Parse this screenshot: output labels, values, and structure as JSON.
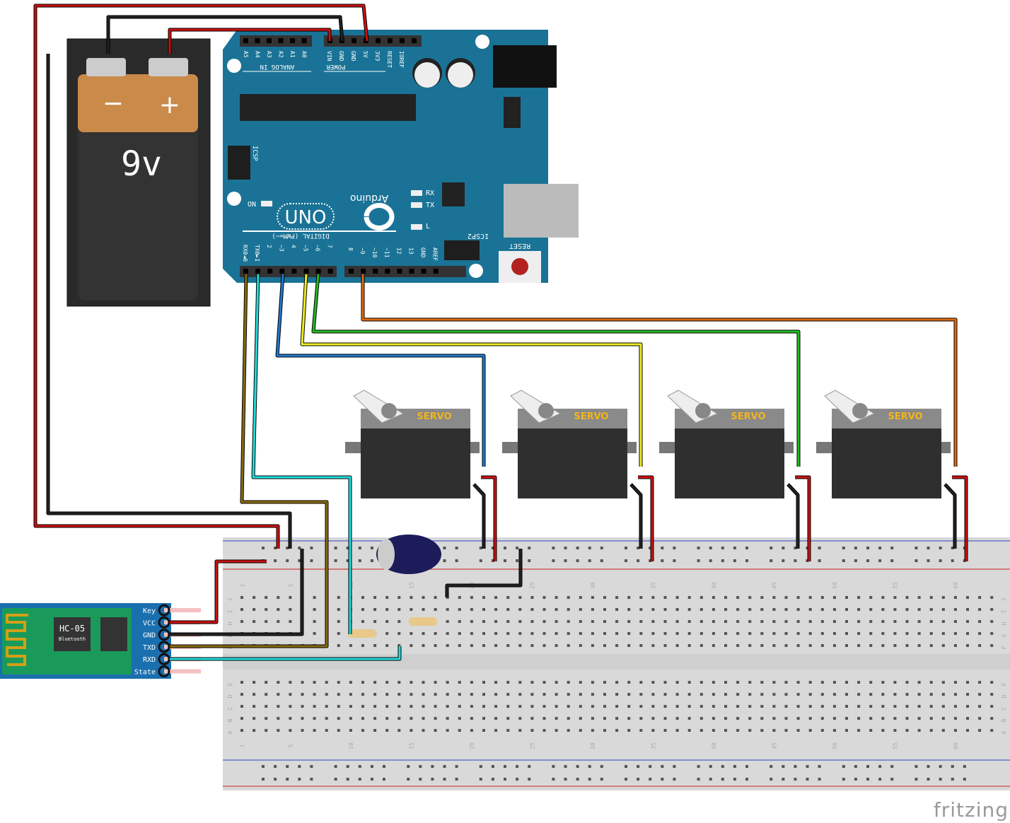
{
  "battery": {
    "minus": "−",
    "plus": "+",
    "voltage": "9v"
  },
  "arduino": {
    "analog_pins": [
      "A5",
      "A4",
      "A3",
      "A2",
      "A1",
      "A0"
    ],
    "analog_label": "ANALOG IN",
    "power_pins": [
      "VIN",
      "GND",
      "GND",
      "5V",
      "3V3",
      "RESET",
      "IOREF"
    ],
    "power_label": "POWER",
    "digital_pins_low": [
      "RX0◄0",
      "TX0►1",
      "2",
      "~3",
      "4",
      "~5",
      "~6",
      "7"
    ],
    "digital_pins_high": [
      "8",
      "~9",
      "~10",
      "~11",
      "12",
      "13",
      "GND",
      "AREF"
    ],
    "digital_label": "DIGITAL (PWM=~)",
    "icsp": "ICSP",
    "icsp2": "ICSP2",
    "reset": "RESET",
    "on": "ON",
    "rx": "RX",
    "tx": "TX",
    "l": "L",
    "brand": "Arduino",
    "model": "UNO",
    "color": "#1a7396"
  },
  "servos": [
    {
      "label": "SERVO"
    },
    {
      "label": "SERVO"
    },
    {
      "label": "SERVO"
    },
    {
      "label": "SERVO"
    }
  ],
  "hc05": {
    "title": "HC-05",
    "subtitle": "Bluetooth",
    "pins": [
      "Key",
      "VCC",
      "GND",
      "TXD",
      "RXD",
      "State"
    ]
  },
  "breadboard": {
    "row_letters_top": [
      "J",
      "I",
      "H",
      "G",
      "F"
    ],
    "row_letters_bottom": [
      "E",
      "D",
      "C",
      "B",
      "A"
    ],
    "column_numbers": [
      "1",
      "5",
      "10",
      "15",
      "20",
      "25",
      "30",
      "35",
      "40",
      "45",
      "50",
      "55",
      "60"
    ]
  },
  "wire_colors": {
    "power": "#cc1111",
    "ground": "#222222",
    "d0": "#8a6a10",
    "d1": "#22dddd",
    "d3": "#2277cc",
    "d5": "#eeee22",
    "d6": "#22bb22",
    "d9": "#e06a10"
  },
  "watermark": "fritzing"
}
